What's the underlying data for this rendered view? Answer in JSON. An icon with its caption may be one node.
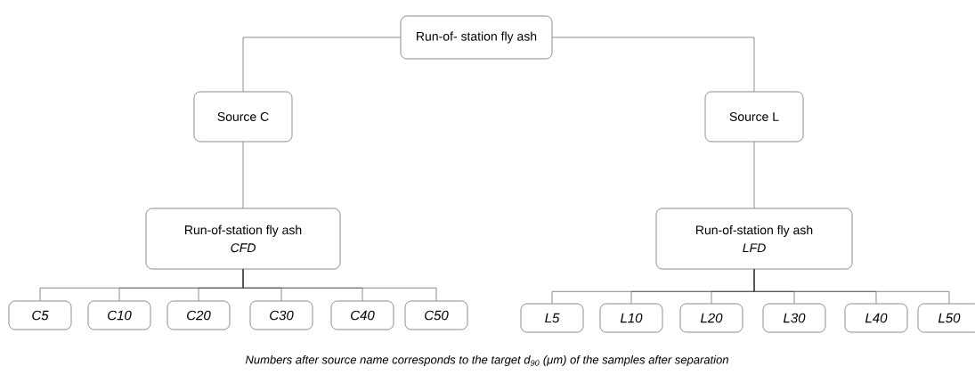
{
  "diagram": {
    "caption": "Numbers after source name corresponds to the target d$_{90}$ (μm) of the samples after separation",
    "nodes": [
      {
        "text": [
          "Run-of- station fly ash"
        ]
      },
      {
        "text": [
          "Source C"
        ]
      },
      {
        "text": [
          "Source L"
        ]
      },
      {
        "text": [
          "Run-of-station fly ash",
          "CFD"
        ]
      },
      {
        "text": [
          "Run-of-station fly ash",
          "LFD"
        ]
      },
      {
        "text": [
          "C5"
        ]
      },
      {
        "text": [
          "C10"
        ]
      },
      {
        "text": [
          "C20"
        ]
      },
      {
        "text": [
          "C30"
        ]
      },
      {
        "text": [
          "C40"
        ]
      },
      {
        "text": [
          "C50"
        ]
      },
      {
        "text": [
          "L5"
        ]
      },
      {
        "text": [
          "L10"
        ]
      },
      {
        "text": [
          "L20"
        ]
      },
      {
        "text": [
          "L30"
        ]
      },
      {
        "text": [
          "L40"
        ]
      },
      {
        "text": [
          "L50"
        ]
      }
    ],
    "edges": [
      {
        "from": 0,
        "to": 1,
        "arrow": "none"
      },
      {
        "from": 0,
        "to": 2,
        "arrow": "none"
      },
      {
        "from": 1,
        "to": 3,
        "arrow": "none"
      },
      {
        "from": 2,
        "to": 4,
        "arrow": "none"
      },
      {
        "from": 3,
        "to": 5,
        "arrow": "none"
      },
      {
        "from": 3,
        "to": 6,
        "arrow": "none"
      },
      {
        "from": 3,
        "to": 7,
        "arrow": "none"
      },
      {
        "from": 3,
        "to": 8,
        "arrow": "none"
      },
      {
        "from": 3,
        "to": 9,
        "arrow": "none"
      },
      {
        "from": 3,
        "to": 10,
        "arrow": "none"
      },
      {
        "from": 4,
        "to": 11,
        "arrow": "none"
      },
      {
        "from": 4,
        "to": 12,
        "arrow": "none"
      },
      {
        "from": 4,
        "to": 13,
        "arrow": "none"
      },
      {
        "from": 4,
        "to": 14,
        "arrow": "none"
      },
      {
        "from": 4,
        "to": 15,
        "arrow": "none"
      },
      {
        "from": 4,
        "to": 16,
        "arrow": "none"
      }
    ]
  }
}
